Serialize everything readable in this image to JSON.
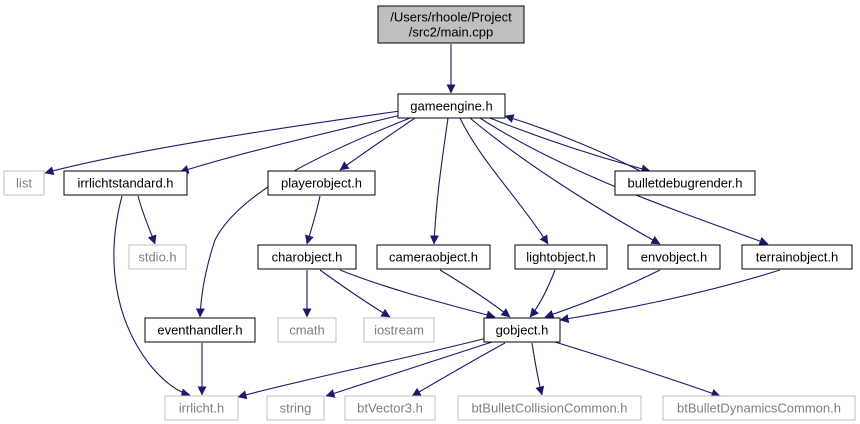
{
  "colors": {
    "edge": "#191970",
    "root_fill": "#bfbfbf",
    "node_border": "#000000",
    "external_border": "#bfbfbf",
    "text": "#000000",
    "external_text": "#7f7f7f"
  },
  "nodes": [
    {
      "id": "main",
      "lines": [
        "/Users/rhoole/Project",
        "/src2/main.cpp"
      ],
      "kind": "root"
    },
    {
      "id": "gameengine",
      "lines": [
        "gameengine.h"
      ],
      "kind": "header"
    },
    {
      "id": "list",
      "lines": [
        "list"
      ],
      "kind": "external"
    },
    {
      "id": "irrlichtstandard",
      "lines": [
        "irrlichtstandard.h"
      ],
      "kind": "header"
    },
    {
      "id": "playerobject",
      "lines": [
        "playerobject.h"
      ],
      "kind": "header"
    },
    {
      "id": "bulletdebugrender",
      "lines": [
        "bulletdebugrender.h"
      ],
      "kind": "header"
    },
    {
      "id": "stdio",
      "lines": [
        "stdio.h"
      ],
      "kind": "external"
    },
    {
      "id": "charobject",
      "lines": [
        "charobject.h"
      ],
      "kind": "header"
    },
    {
      "id": "cameraobject",
      "lines": [
        "cameraobject.h"
      ],
      "kind": "header"
    },
    {
      "id": "lightobject",
      "lines": [
        "lightobject.h"
      ],
      "kind": "header"
    },
    {
      "id": "envobject",
      "lines": [
        "envobject.h"
      ],
      "kind": "header"
    },
    {
      "id": "terrainobject",
      "lines": [
        "terrainobject.h"
      ],
      "kind": "header"
    },
    {
      "id": "eventhandler",
      "lines": [
        "eventhandler.h"
      ],
      "kind": "header"
    },
    {
      "id": "cmath",
      "lines": [
        "cmath"
      ],
      "kind": "external"
    },
    {
      "id": "iostream",
      "lines": [
        "iostream"
      ],
      "kind": "external"
    },
    {
      "id": "gobject",
      "lines": [
        "gobject.h"
      ],
      "kind": "header"
    },
    {
      "id": "irrlicht",
      "lines": [
        "irrlicht.h"
      ],
      "kind": "external"
    },
    {
      "id": "string",
      "lines": [
        "string"
      ],
      "kind": "external"
    },
    {
      "id": "btVector3",
      "lines": [
        "btVector3.h"
      ],
      "kind": "external"
    },
    {
      "id": "btBulletCollisionCommon",
      "lines": [
        "btBulletCollisionCommon.h"
      ],
      "kind": "external"
    },
    {
      "id": "btBulletDynamicsCommon",
      "lines": [
        "btBulletDynamicsCommon.h"
      ],
      "kind": "external"
    }
  ],
  "edges": [
    {
      "from": "main",
      "to": "gameengine"
    },
    {
      "from": "gameengine",
      "to": "list"
    },
    {
      "from": "gameengine",
      "to": "irrlichtstandard"
    },
    {
      "from": "gameengine",
      "to": "playerobject"
    },
    {
      "from": "gameengine",
      "to": "bulletdebugrender"
    },
    {
      "from": "bulletdebugrender",
      "to": "gameengine"
    },
    {
      "from": "gameengine",
      "to": "eventhandler"
    },
    {
      "from": "gameengine",
      "to": "cameraobject"
    },
    {
      "from": "gameengine",
      "to": "lightobject"
    },
    {
      "from": "gameengine",
      "to": "envobject"
    },
    {
      "from": "gameengine",
      "to": "terrainobject"
    },
    {
      "from": "irrlichtstandard",
      "to": "stdio"
    },
    {
      "from": "irrlichtstandard",
      "to": "irrlicht"
    },
    {
      "from": "playerobject",
      "to": "charobject"
    },
    {
      "from": "charobject",
      "to": "cmath"
    },
    {
      "from": "charobject",
      "to": "iostream"
    },
    {
      "from": "charobject",
      "to": "gobject"
    },
    {
      "from": "cameraobject",
      "to": "gobject"
    },
    {
      "from": "lightobject",
      "to": "gobject"
    },
    {
      "from": "envobject",
      "to": "gobject"
    },
    {
      "from": "terrainobject",
      "to": "gobject"
    },
    {
      "from": "eventhandler",
      "to": "irrlicht"
    },
    {
      "from": "gobject",
      "to": "irrlicht"
    },
    {
      "from": "gobject",
      "to": "string"
    },
    {
      "from": "gobject",
      "to": "btVector3"
    },
    {
      "from": "gobject",
      "to": "btBulletCollisionCommon"
    },
    {
      "from": "gobject",
      "to": "btBulletDynamicsCommon"
    }
  ]
}
